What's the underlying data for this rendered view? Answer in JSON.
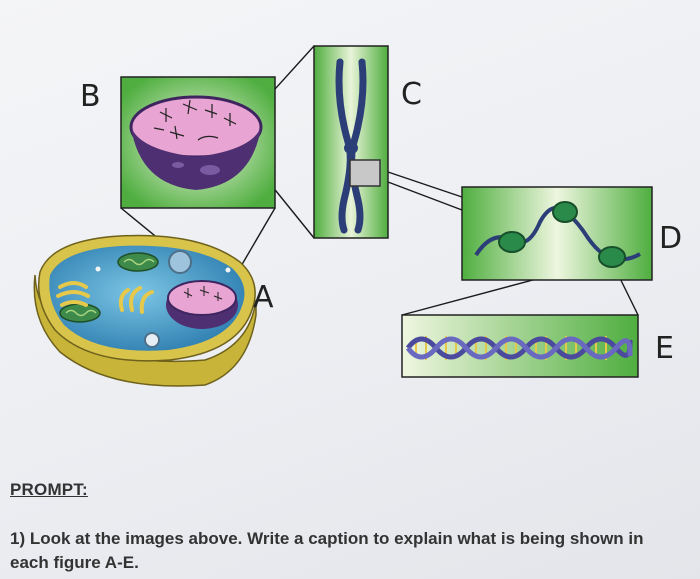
{
  "labels": {
    "a": "A",
    "b": "B",
    "c": "C",
    "d": "D",
    "e": "E"
  },
  "prompt": {
    "title": "PROMPT:",
    "question": "1) Look at the images above. Write a caption to explain what is being shown in each figure A-E."
  },
  "colors": {
    "panel_green": "#5fb54a",
    "chromosome": "#2c3e77",
    "dna_purple": "#4b4a9c",
    "nucleus_pink": "#e8a4d2",
    "cell_yellow": "#c9b43a",
    "cytoplasm_blue": "#4aa0c8"
  }
}
